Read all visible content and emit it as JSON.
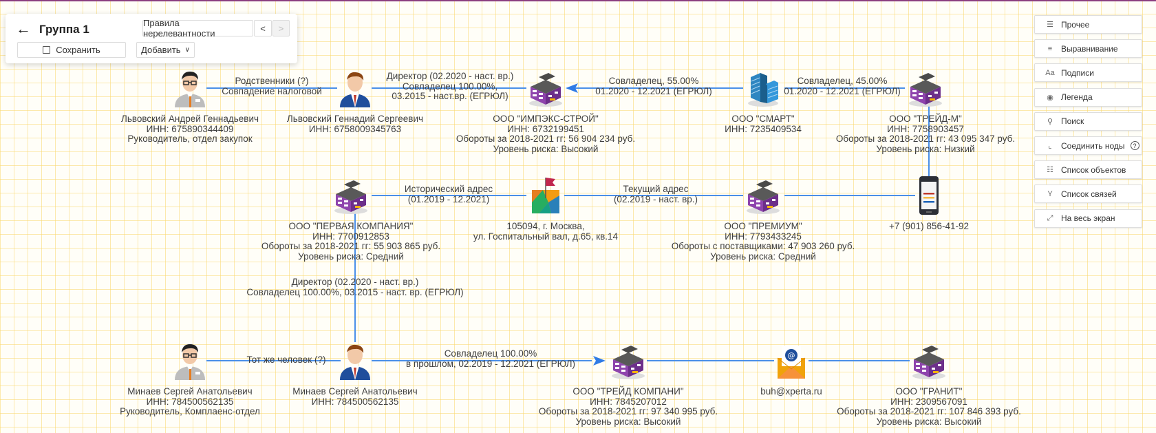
{
  "header": {
    "title": "Группа 1",
    "rules_button": "Правила нерелевантности",
    "prev": "<",
    "next": ">",
    "save": "Сохранить",
    "add": "Добавить"
  },
  "toolbar": [
    {
      "label": "Прочее",
      "icon": "sliders-icon"
    },
    {
      "label": "Выравнивание",
      "icon": "align-icon"
    },
    {
      "label": "Подписи",
      "icon": "text-icon"
    },
    {
      "label": "Легенда",
      "icon": "binoculars-icon"
    },
    {
      "label": "Поиск",
      "icon": "search-icon"
    },
    {
      "label": "Соединить ноды",
      "icon": "connect-icon",
      "help": "?"
    },
    {
      "label": "Список объектов",
      "icon": "hierarchy-icon"
    },
    {
      "label": "Список связей",
      "icon": "branch-icon"
    },
    {
      "label": "На весь экран",
      "icon": "fullscreen-icon"
    }
  ],
  "colors": {
    "edge": "#4a8fe8",
    "accent": "#8b3f80",
    "grid": "#fad76e"
  },
  "nodes": {
    "andrei": {
      "type": "person-glasses",
      "lines": [
        "Львовский Андрей Геннадьевич",
        "ИНН: 675890344409",
        "Руководитель, отдел закупок"
      ]
    },
    "gennady": {
      "type": "person-suit",
      "lines": [
        "Львовский Геннадий Сергеевич",
        "ИНН: 6758009345763"
      ]
    },
    "impex": {
      "type": "company",
      "lines": [
        "ООО \"ИМПЭКС-СТРОЙ\"",
        "ИНН: 6732199451",
        "Обороты за 2018-2021 гг: 56 904 234 руб.",
        "Уровень риска: Высокий"
      ]
    },
    "smart": {
      "type": "office-tower",
      "lines": [
        "ООО \"СМАРТ\"",
        "ИНН: 7235409534"
      ]
    },
    "treidm": {
      "type": "company",
      "lines": [
        "ООО \"ТРЕЙД-М\"",
        "ИНН: 7758903457",
        "Обороты за 2018-2021 гг: 43 095 347 руб.",
        "Уровень риска: Низкий"
      ]
    },
    "phone": {
      "type": "phone",
      "lines": [
        "+7 (901) 856-41-92"
      ]
    },
    "pervaya": {
      "type": "company",
      "lines": [
        "ООО \"ПЕРВАЯ КОМПАНИЯ\"",
        "ИНН: 7700912853",
        "Обороты за 2018-2021 гг: 55 903 865 руб.",
        "Уровень риска: Средний"
      ]
    },
    "address": {
      "type": "map",
      "lines": [
        "105094, г. Москва,",
        "ул. Госпитальный вал, д.65, кв.14"
      ]
    },
    "premium": {
      "type": "company",
      "lines": [
        "ООО \"ПРЕМИУМ\"",
        "ИНН: 7793433245",
        "Обороты с поставщиками: 47 903 260 руб.",
        "Уровень риска: Средний"
      ]
    },
    "minaev1": {
      "type": "person-glasses",
      "lines": [
        "Минаев Сергей Анатольевич",
        "ИНН: 784500562135",
        "Руководитель, Комплаенс-отдел"
      ]
    },
    "minaev2": {
      "type": "person-suit",
      "lines": [
        "Минаев Сергей Анатольевич",
        "ИНН: 784500562135"
      ]
    },
    "treidk": {
      "type": "company",
      "lines": [
        "ООО \"ТРЕЙД КОМПАНИ\"",
        "ИНН: 7845207012",
        "Обороты за 2018-2021 гг: 97 340 995 руб.",
        "Уровень риска: Высокий"
      ]
    },
    "email": {
      "type": "email",
      "lines": [
        "buh@xperta.ru"
      ]
    },
    "granit": {
      "type": "company",
      "lines": [
        "ООО \"ГРАНИТ\"",
        "ИНН: 2309567091",
        "Обороты за 2018-2021 гг: 107 846 393 руб.",
        "Уровень риска: Высокий"
      ]
    }
  },
  "edges": {
    "e1": [
      "Родственники (?)",
      "Совпадение налоговой"
    ],
    "e2": [
      "Директор (02.2020 - наст. вр.)",
      "Совладелец 100.00%,",
      "03.2015 - наст.вр. (ЕГРЮЛ)"
    ],
    "e3": [
      "Совладелец, 55.00%",
      "01.2020 - 12.2021 (ЕГРЮЛ)"
    ],
    "e4": [
      "Совладелец, 45.00%",
      "01.2020 - 12.2021 (ЕГРЮЛ)"
    ],
    "e5": [
      "Исторический адрес",
      "(01.2019 - 12.2021)"
    ],
    "e6": [
      "Текущий адрес",
      "(02.2019 - наст. вр.)"
    ],
    "e7": [
      "Директор (02.2020 - наст. вр.)",
      "Совладелец 100.00%, 03.2015 - наст. вр. (ЕГРЮЛ)"
    ],
    "e8": [
      "Тот же человек (?)"
    ],
    "e9": [
      "Совладелец 100.00%",
      "в прошлом, 02.2019 - 12.2021 (ЕГРЮЛ)"
    ]
  }
}
